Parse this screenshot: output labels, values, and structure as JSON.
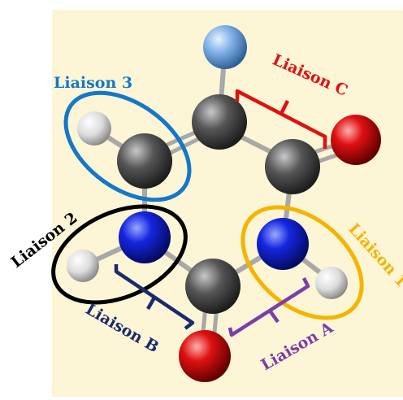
{
  "colors": {
    "panel": "#fcf5d6",
    "carbon": "#4a4a4a",
    "nitrogen": "#1020d8",
    "oxygen": "#d81010",
    "fluorine": "#7fb0e6",
    "hydrogen": "#e8e8e8",
    "bond": "#a8a8a8",
    "liaison_1": "#f5b400",
    "liaison_2": "#000000",
    "liaison_3": "#1478c8",
    "liaison_a": "#7a3ea8",
    "liaison_b": "#1a2a6c",
    "liaison_c": "#e01010"
  },
  "labels": {
    "liaison_1": "Liaison 1",
    "liaison_2": "Liaison 2",
    "liaison_3": "Liaison 3",
    "liaison_a": "Liaison A",
    "liaison_b": "Liaison B",
    "liaison_c": "Liaison C"
  }
}
